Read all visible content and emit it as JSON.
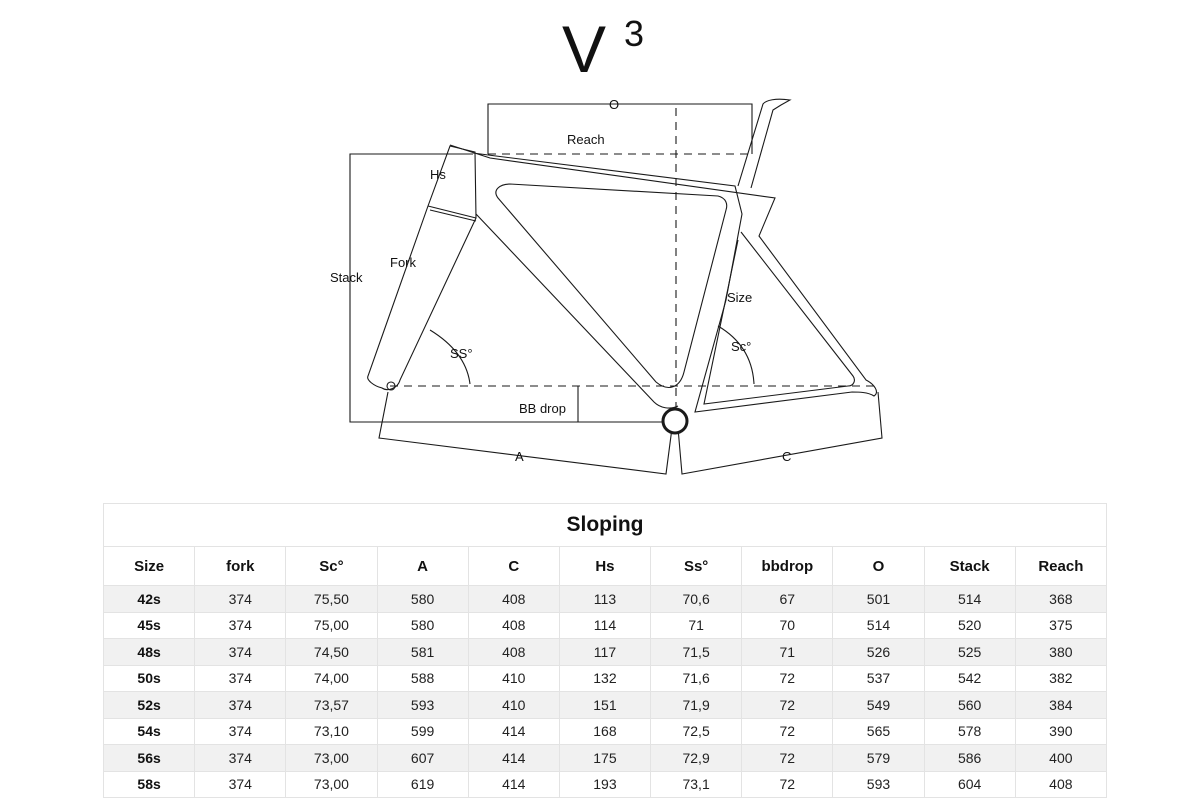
{
  "logo": {
    "letter": "V",
    "superscript": "3"
  },
  "diagram_labels": {
    "o": "O",
    "reach": "Reach",
    "hs": "Hs",
    "stack": "Stack",
    "fork": "Fork",
    "size": "Size",
    "sc": "Sc°",
    "ss": "SS°",
    "bb_drop": "BB drop",
    "a": "A",
    "c": "C"
  },
  "table": {
    "title": "Sloping",
    "headers": [
      "Size",
      "fork",
      "Sc°",
      "A",
      "C",
      "Hs",
      "Ss°",
      "bbdrop",
      "O",
      "Stack",
      "Reach"
    ],
    "rows": [
      [
        "42s",
        "374",
        "75,50",
        "580",
        "408",
        "113",
        "70,6",
        "67",
        "501",
        "514",
        "368"
      ],
      [
        "45s",
        "374",
        "75,00",
        "580",
        "408",
        "114",
        "71",
        "70",
        "514",
        "520",
        "375"
      ],
      [
        "48s",
        "374",
        "74,50",
        "581",
        "408",
        "117",
        "71,5",
        "71",
        "526",
        "525",
        "380"
      ],
      [
        "50s",
        "374",
        "74,00",
        "588",
        "410",
        "132",
        "71,6",
        "72",
        "537",
        "542",
        "382"
      ],
      [
        "52s",
        "374",
        "73,57",
        "593",
        "410",
        "151",
        "71,9",
        "72",
        "549",
        "560",
        "384"
      ],
      [
        "54s",
        "374",
        "73,10",
        "599",
        "414",
        "168",
        "72,5",
        "72",
        "565",
        "578",
        "390"
      ],
      [
        "56s",
        "374",
        "73,00",
        "607",
        "414",
        "175",
        "72,9",
        "72",
        "579",
        "586",
        "400"
      ],
      [
        "58s",
        "374",
        "73,00",
        "619",
        "414",
        "193",
        "73,1",
        "72",
        "593",
        "604",
        "408"
      ]
    ]
  }
}
